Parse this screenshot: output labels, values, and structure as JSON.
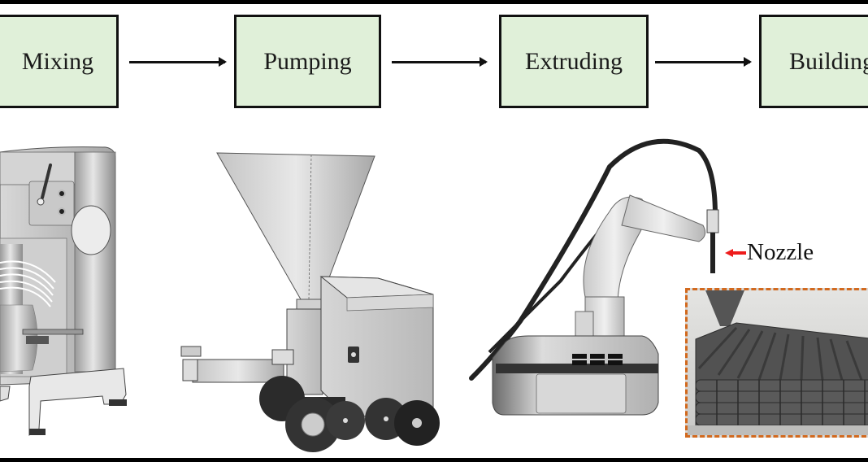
{
  "diagram": {
    "type": "process-flow",
    "steps": [
      {
        "label": "Mixing",
        "equipment": "industrial-mixer"
      },
      {
        "label": "Pumping",
        "equipment": "hopper-pump"
      },
      {
        "label": "Extruding",
        "equipment": "robotic-arm-with-hose"
      },
      {
        "label": "Building",
        "equipment": "printed-layered-structure"
      }
    ],
    "connections": [
      {
        "from": "Mixing",
        "to": "Pumping"
      },
      {
        "from": "Pumping",
        "to": "Extruding"
      },
      {
        "from": "Extruding",
        "to": "Building"
      }
    ],
    "annotations": {
      "nozzle_label": "Nozzle"
    },
    "colors": {
      "step_box_fill": "#e0f0d9",
      "step_box_border": "#111111",
      "arrow": "#111111",
      "nozzle_pointer": "#ee1c1c",
      "inset_border": "#d2691e",
      "frame": "#000000"
    }
  }
}
